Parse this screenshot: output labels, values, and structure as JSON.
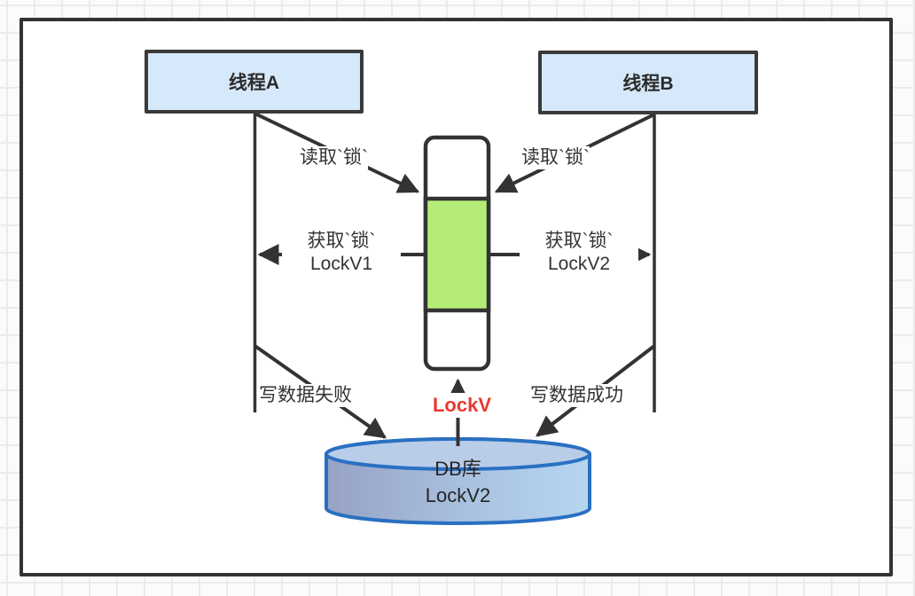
{
  "diagram": {
    "thread_a": "线程A",
    "thread_b": "线程B",
    "read_lock_left": "读取`锁`",
    "read_lock_right": "读取`锁`",
    "acquire_left_line1": "获取`锁`",
    "acquire_left_line2": "LockV1",
    "acquire_right_line1": "获取`锁`",
    "acquire_right_line2": "LockV2",
    "write_fail": "写数据失败",
    "write_success": "写数据成功",
    "lock_value": "LockV",
    "db_line1": "DB库",
    "db_line2": "LockV2"
  },
  "colors": {
    "thread_box_fill": "#d6e9fb",
    "critical_section_fill": "#b5ec78",
    "line_stroke": "#333333",
    "lock_value_text": "#e8392e",
    "db_border": "#2a70c2",
    "db_fill_left": "#97a2c4",
    "db_fill_right": "#b6d6f0",
    "db_top_fill": "#b9cde9"
  }
}
